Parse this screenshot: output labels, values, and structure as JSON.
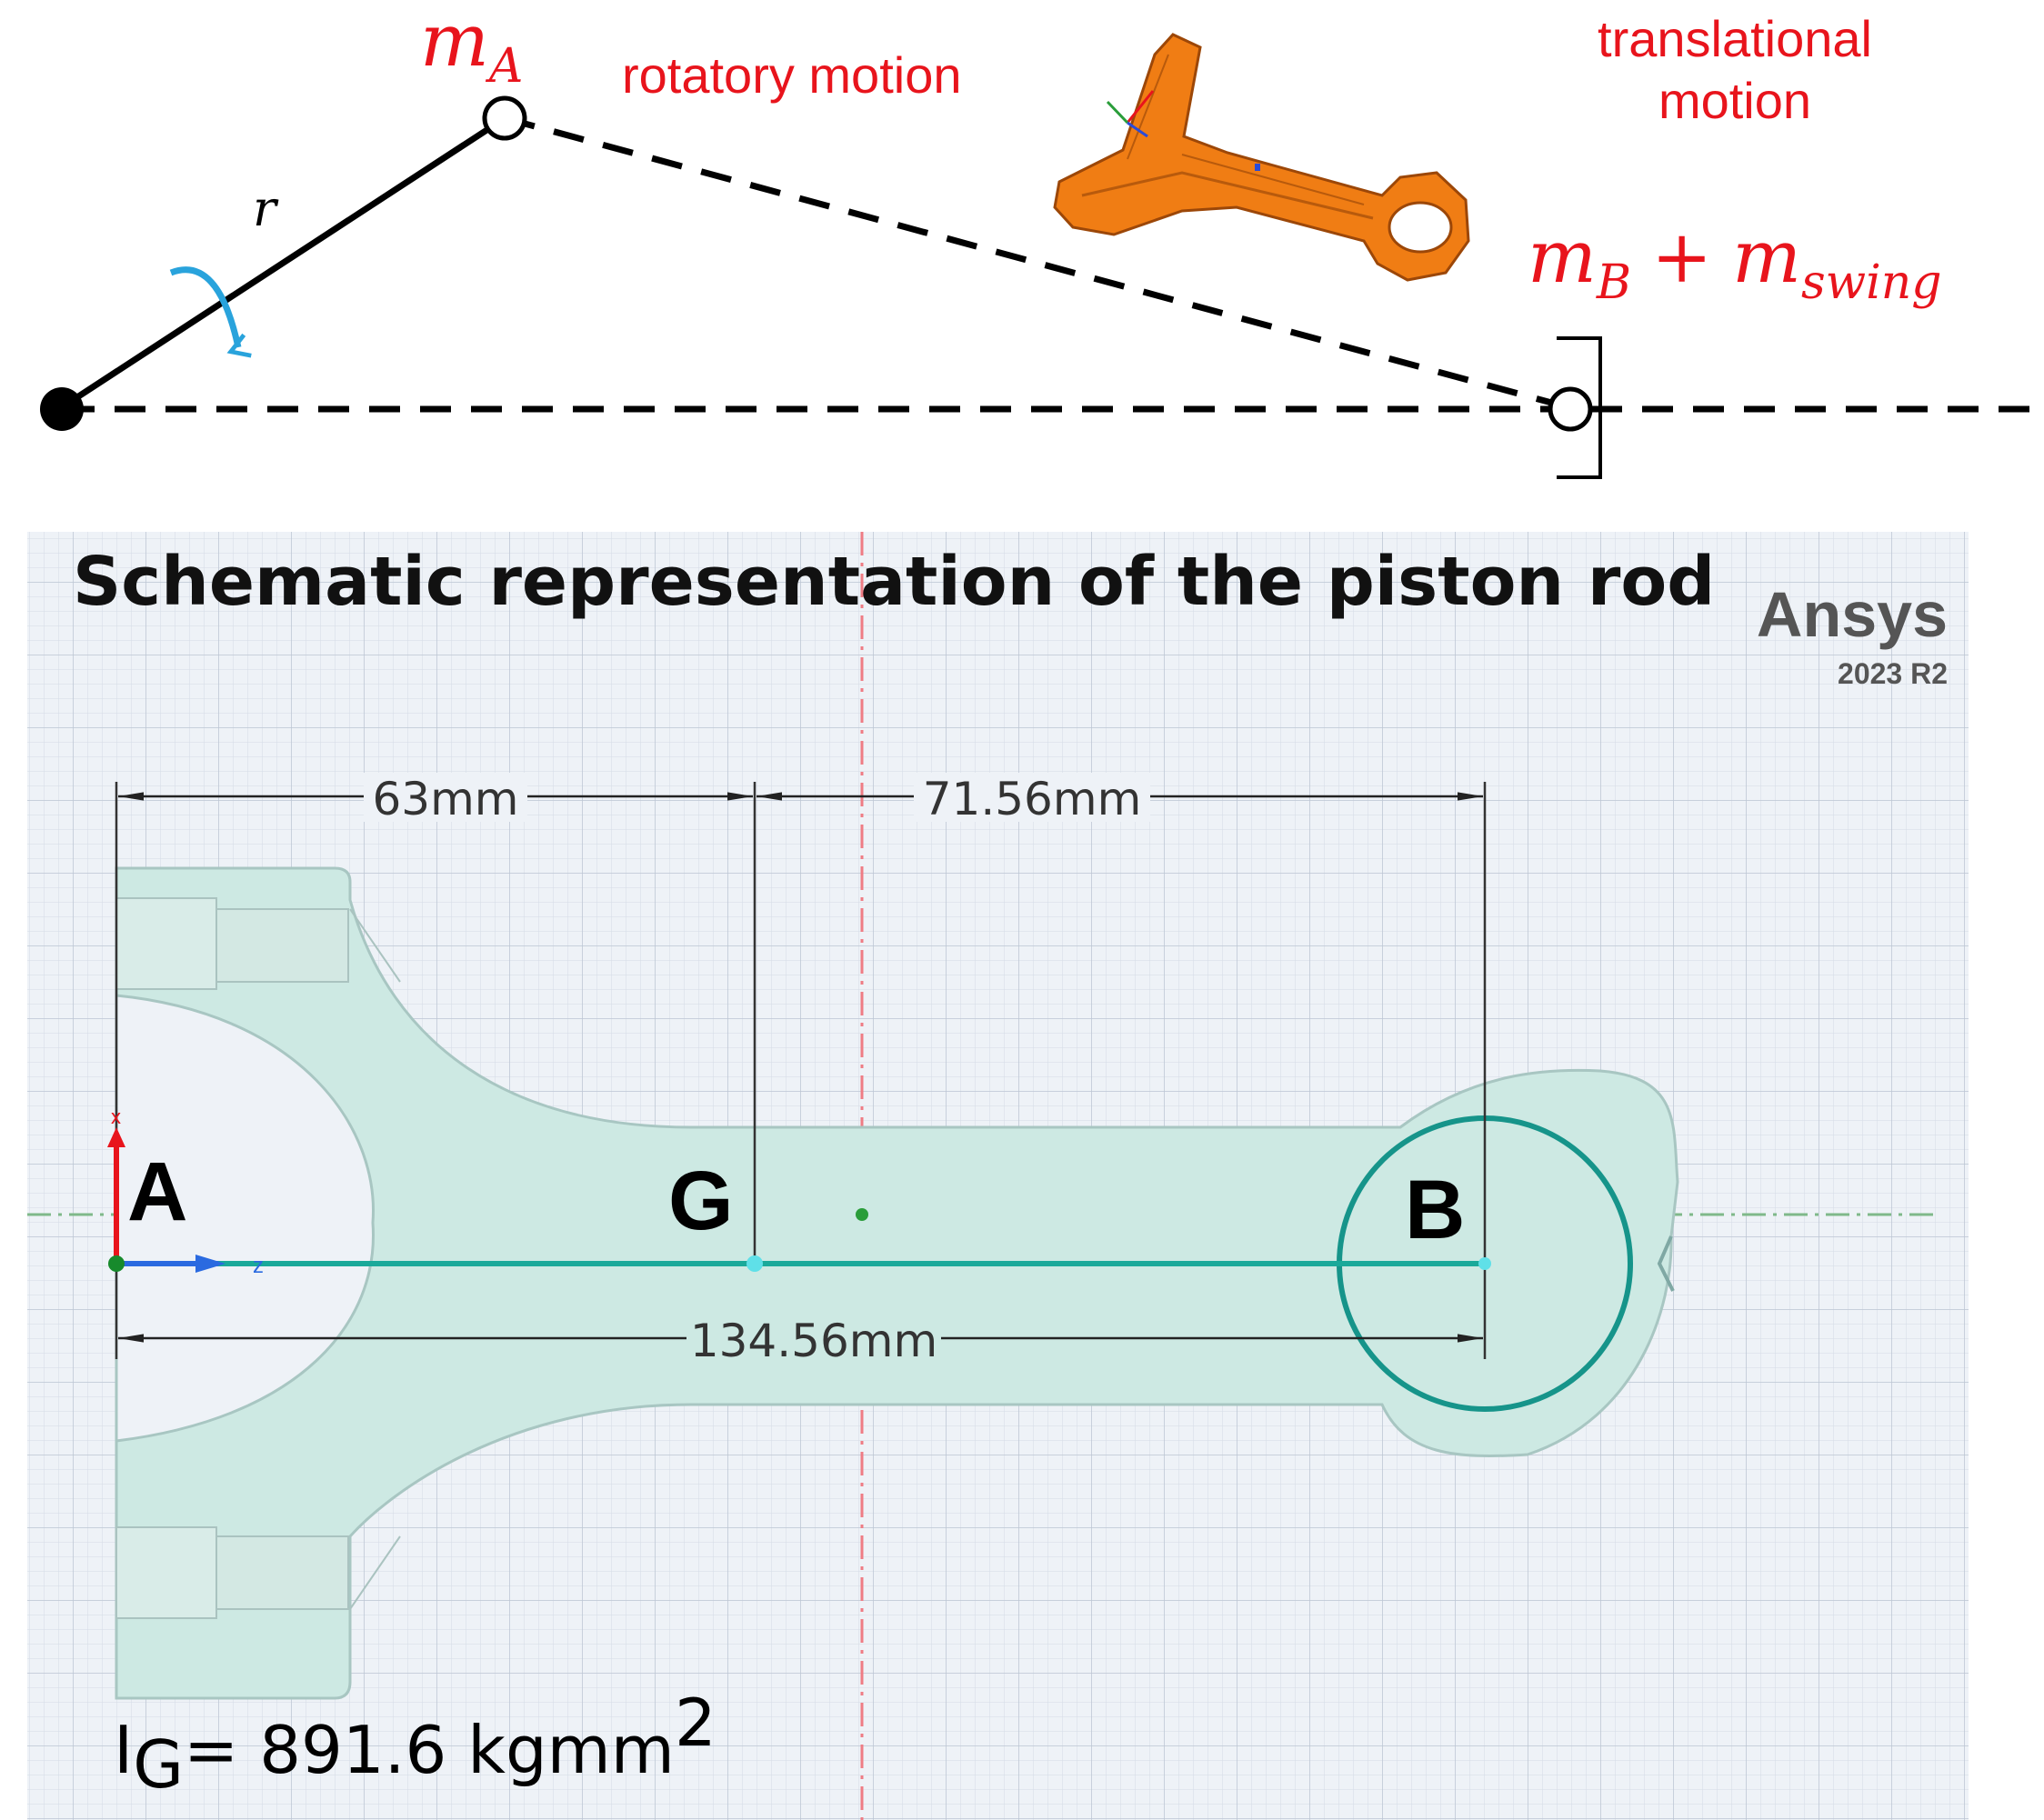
{
  "top_labels": {
    "mass_a_main": "m",
    "mass_a_sub": "A",
    "rotatory": "rotatory motion",
    "translational_line1": "translational",
    "translational_line2": "motion",
    "mass_b_main": "m",
    "mass_b_sub": "B",
    "plus": "+",
    "mass_swing_main": "m",
    "mass_swing_sub": "swing",
    "crank_radius": "r"
  },
  "panel": {
    "title": "Schematic representation of the piston rod",
    "brand_name": "Ansys",
    "brand_version": "2023 R2",
    "point_a": "A",
    "point_g": "G",
    "point_b": "B",
    "axis_x": "x",
    "axis_z": "z",
    "dim_ag": "63mm",
    "dim_gb": "71.56mm",
    "dim_ab": "134.56mm",
    "inertia_main": "I",
    "inertia_sub": "G",
    "inertia_value": "= 891.6 kgmm",
    "inertia_exp": "2"
  },
  "colors": {
    "accent_red": "#e8141c",
    "arrow_blue": "#29a3dc",
    "rod_orange": "#f07d14",
    "rod_fill": "#cde9e3",
    "centerline": "#1aa99a"
  }
}
